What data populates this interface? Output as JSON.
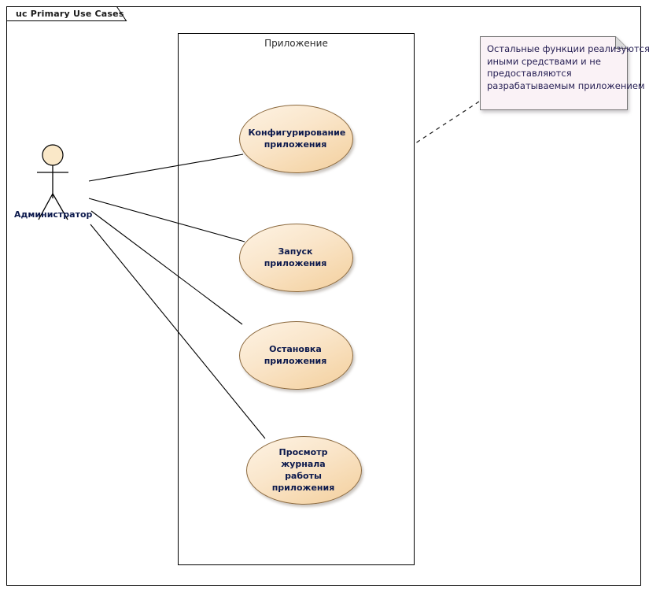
{
  "diagram": {
    "kind": "uml-use-case-diagram",
    "title_tab": "uc Primary Use Cases",
    "boundary_label": "Приложение",
    "colors": {
      "frame_border": "#000000",
      "usecase_fill_light": "#fdf3e4",
      "usecase_fill_dark": "#f2cfa0",
      "usecase_border": "#8c6a3f",
      "usecase_text": "#0d1a4d",
      "actor_head_fill": "#fae8c8",
      "note_fill": "#faf2f6",
      "note_border": "#767676",
      "note_text": "#241d52"
    }
  },
  "actor": {
    "name": "Администратор",
    "icon": "stick-figure-actor"
  },
  "use_cases": [
    {
      "id": "uc1",
      "label_lines": [
        "Конфигурирование",
        "приложения"
      ]
    },
    {
      "id": "uc2",
      "label_lines": [
        "Запуск приложения"
      ]
    },
    {
      "id": "uc3",
      "label_lines": [
        "Остановка",
        "приложения"
      ]
    },
    {
      "id": "uc4",
      "label_lines": [
        "Просмотр журнала",
        "работы приложения"
      ]
    }
  ],
  "note": {
    "lines": [
      "Остальные функции реализуются",
      "иными средствами и не",
      "предоставляются",
      "разрабатываемым приложением"
    ]
  },
  "associations": [
    {
      "from": "actor",
      "to": "uc1"
    },
    {
      "from": "actor",
      "to": "uc2"
    },
    {
      "from": "actor",
      "to": "uc3"
    },
    {
      "from": "actor",
      "to": "uc4"
    }
  ],
  "note_anchor": {
    "from": "note",
    "to": "boundary",
    "style": "dashed"
  }
}
